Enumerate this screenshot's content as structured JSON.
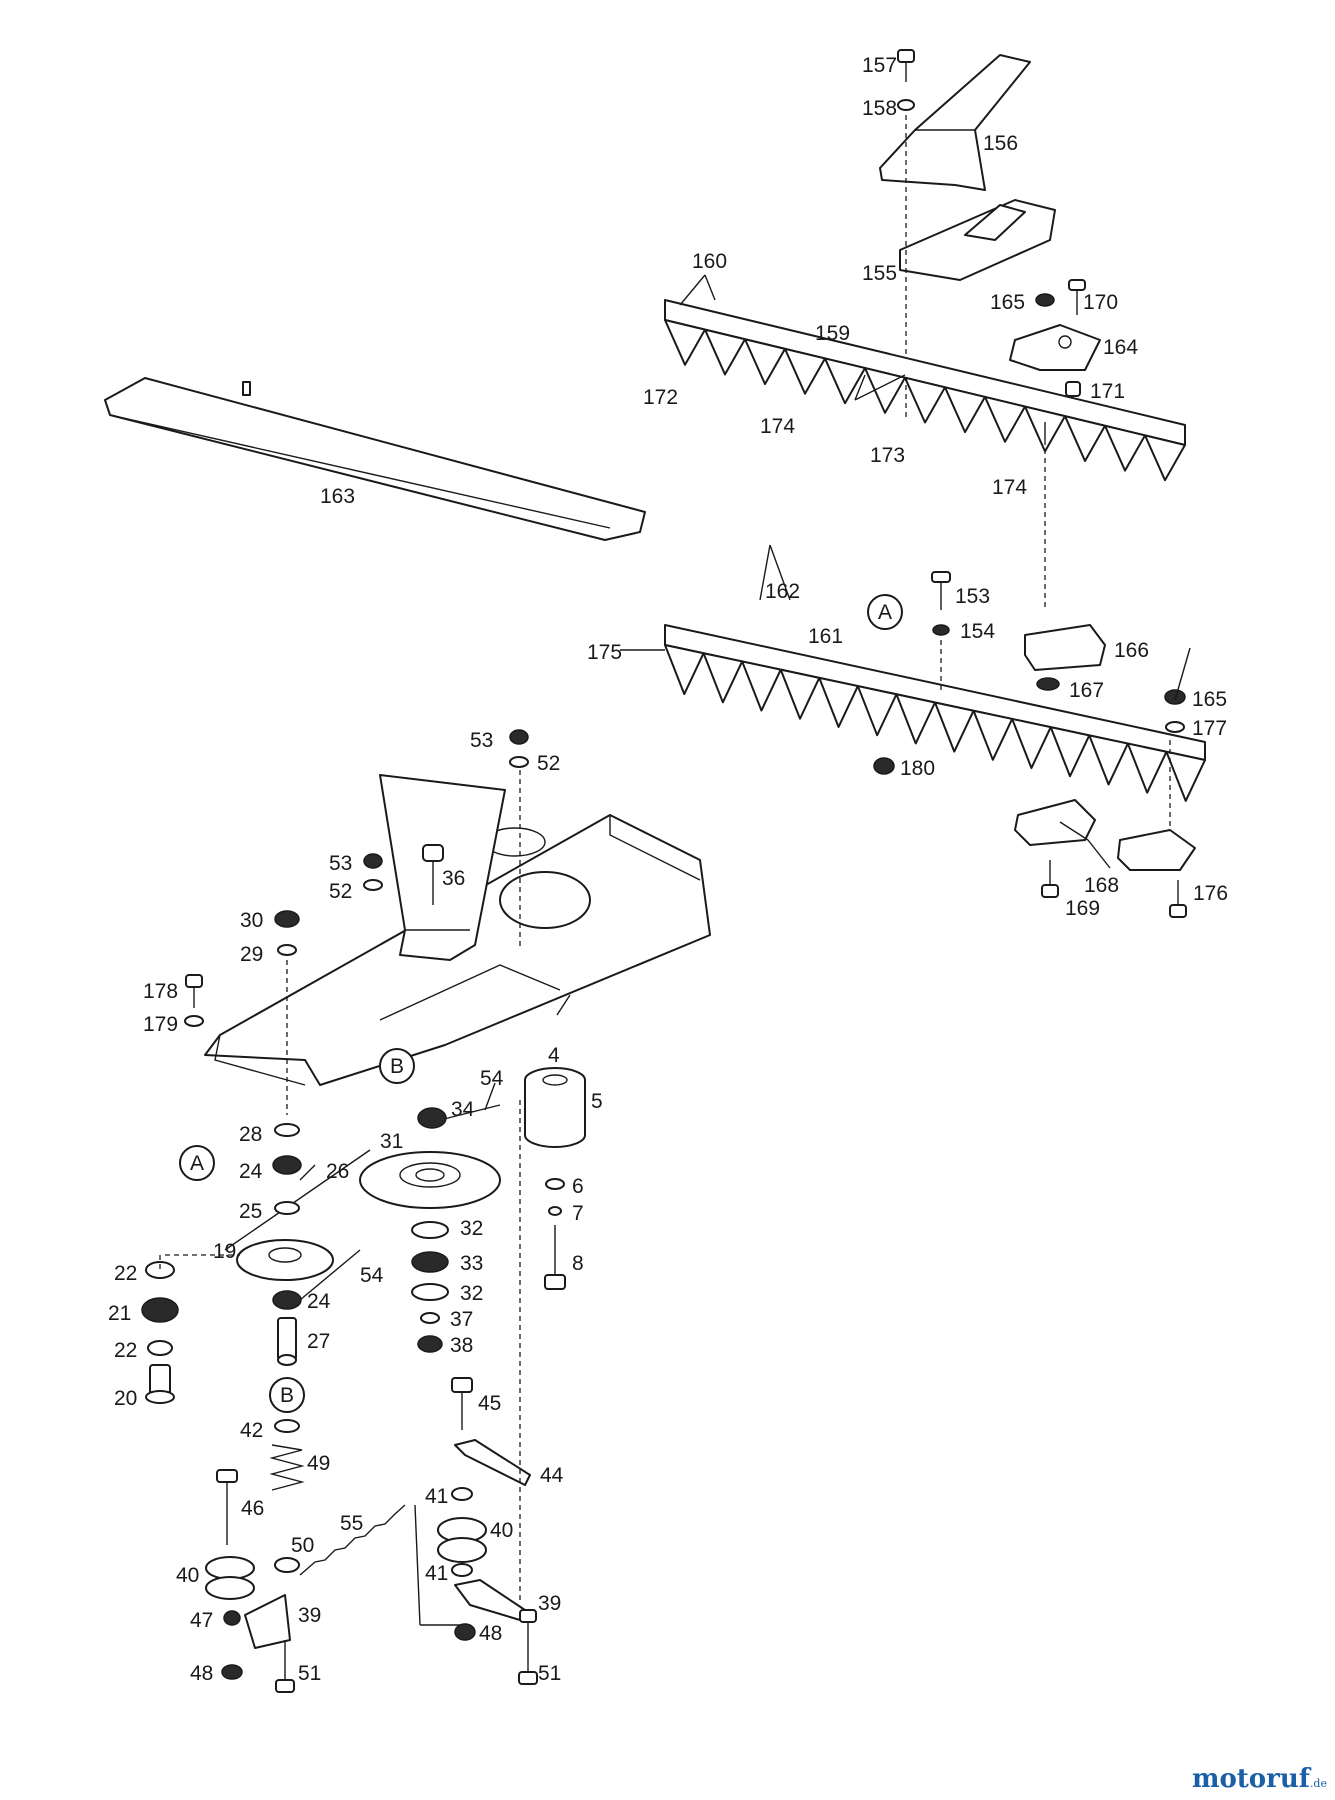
{
  "labels": {
    "l157": "157",
    "l158": "158",
    "l156": "156",
    "l155": "155",
    "l160": "160",
    "l159": "159",
    "l172": "172",
    "l174a": "174",
    "l173": "173",
    "l174b": "174",
    "l165a": "165",
    "l170": "170",
    "l164": "164",
    "l171": "171",
    "l163": "163",
    "l162": "162",
    "l161": "161",
    "l175": "175",
    "l153": "153",
    "l154": "154",
    "l166": "166",
    "l167": "167",
    "l165b": "165",
    "l177": "177",
    "l180": "180",
    "l168": "168",
    "l169": "169",
    "l176": "176",
    "l53a": "53",
    "l52a": "52",
    "l53b": "53",
    "l52b": "52",
    "l36": "36",
    "l30": "30",
    "l29": "29",
    "l178": "178",
    "l179": "179",
    "l4": "4",
    "l5": "5",
    "l54a": "54",
    "l34": "34",
    "l31": "31",
    "l28": "28",
    "l24a": "24",
    "l26": "26",
    "l25": "25",
    "l6": "6",
    "l7": "7",
    "l8": "8",
    "l19": "19",
    "l54b": "54",
    "l32a": "32",
    "l33": "33",
    "l32b": "32",
    "l37": "37",
    "l38": "38",
    "l22a": "22",
    "l21": "21",
    "l22b": "22",
    "l20": "20",
    "l24b": "24",
    "l27": "27",
    "l42": "42",
    "l49": "49",
    "l45": "45",
    "l44": "44",
    "l46": "46",
    "l55": "55",
    "l41a": "41",
    "l40a": "40",
    "l50": "50",
    "l40b": "40",
    "l41b": "41",
    "l47": "47",
    "l39a": "39",
    "l39b": "39",
    "l48a": "48",
    "l48b": "48",
    "l51a": "51",
    "l51b": "51"
  },
  "callouts": {
    "a1": "A",
    "a2": "A",
    "b1": "B",
    "b2": "B"
  },
  "watermark": {
    "brand": "motoruf",
    "suffix": ".de"
  }
}
